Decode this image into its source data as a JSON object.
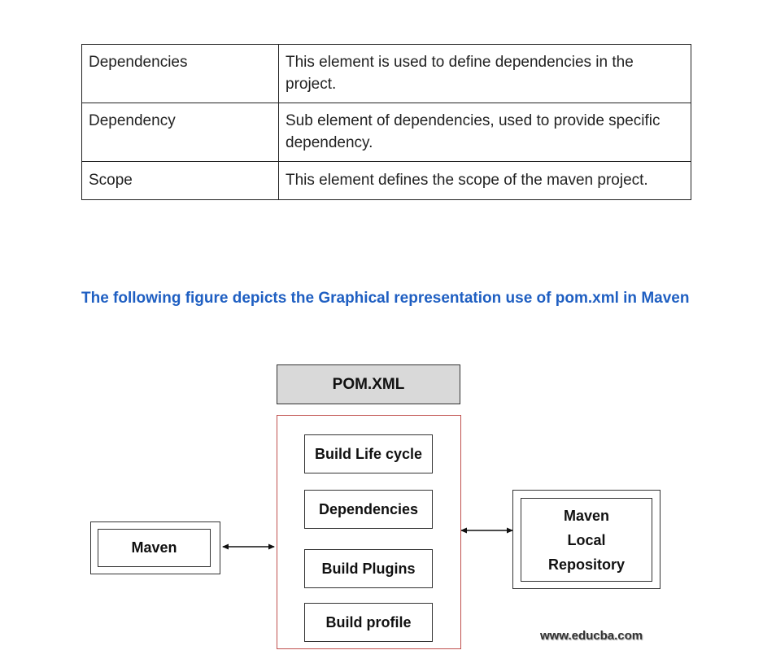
{
  "table": {
    "rows": [
      {
        "term": "Dependencies",
        "description": "This element is used to define dependencies in the project."
      },
      {
        "term": "Dependency",
        "description": "Sub element of dependencies, used to provide specific dependency."
      },
      {
        "term": "Scope",
        "description": "This element defines the scope of the maven project."
      }
    ]
  },
  "heading": "The following figure depicts the Graphical representation use of pom.xml in Maven",
  "diagram": {
    "pom_title": "POM.XML",
    "pom_items": [
      "Build Life cycle",
      "Dependencies",
      "Build Plugins",
      "Build profile"
    ],
    "maven_label": "Maven",
    "repo_lines": [
      "Maven",
      "Local",
      "Repository"
    ],
    "watermark": "www.educba.com",
    "colors": {
      "pom_header_fill": "#d9d9d9",
      "pom_container_border": "#c0504d",
      "heading_text": "#1f5fc2"
    }
  }
}
